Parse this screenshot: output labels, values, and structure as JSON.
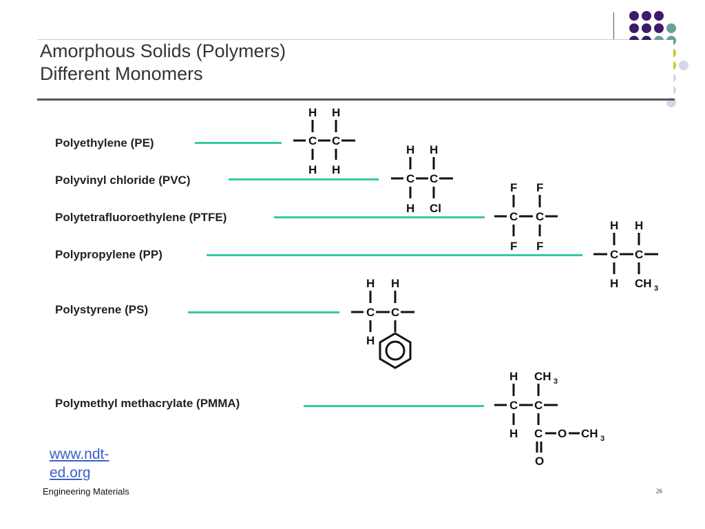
{
  "slide": {
    "title_line1": "Amorphous Solids (Polymers)",
    "title_line2": "Different Monomers",
    "link_line1": "www.ndt-",
    "link_line2": "ed.org",
    "footer": "Engineering Materials",
    "page_number": "26"
  },
  "decor_colors": {
    "purple": "#3d1a6b",
    "teal": "#6b9e9a",
    "yellow": "#c8c830",
    "lavender": "#d6d6e8",
    "connector": "#33c9a6"
  },
  "polymers": [
    {
      "label": "Polyethylene (PE)"
    },
    {
      "label": "Polyvinyl chloride (PVC)"
    },
    {
      "label": "Polytetrafluoroethylene (PTFE)"
    },
    {
      "label": "Polypropylene (PP)"
    },
    {
      "label": "Polystyrene (PS)"
    },
    {
      "label": "Polymethyl methacrylate (PMMA)"
    }
  ],
  "atoms": {
    "C": "C",
    "H": "H",
    "F": "F",
    "Cl": "Cl",
    "O": "O",
    "CH3": "CH",
    "sub3": "3"
  }
}
